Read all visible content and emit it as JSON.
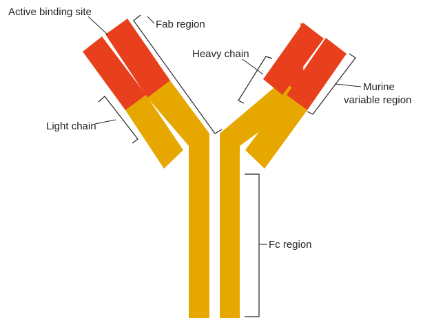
{
  "labels": {
    "active_binding_site": "Active binding site",
    "fab_region": "Fab region",
    "heavy_chain": "Heavy chain",
    "murine_line1": "Murine",
    "murine_line2": "variable region",
    "light_chain": "Light chain",
    "fc_region": "Fc region"
  },
  "colors": {
    "variable_region": "#e8401c",
    "constant_region": "#e6a800",
    "text": "#222222",
    "background": "#ffffff"
  }
}
